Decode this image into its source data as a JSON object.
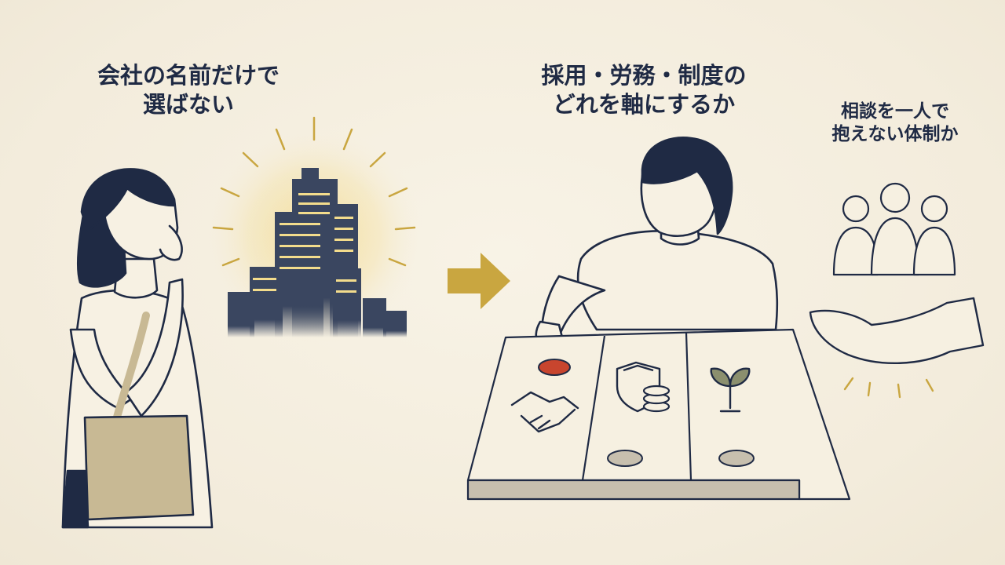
{
  "captions": {
    "left": {
      "line1": "会社の名前だけで",
      "line2": "選ばない"
    },
    "center": {
      "line1": "採用・労務・制度の",
      "line2": "どれを軸にするか"
    },
    "right": {
      "line1": "相談を一人で",
      "line2": "抱えない体制か"
    }
  },
  "colors": {
    "ink": "#1f2a44",
    "background": "#f5efe0",
    "accent_gold": "#c9a640",
    "building_navy": "#3a4660",
    "bag_tan": "#c8b994",
    "token_red": "#c8452e",
    "token_neutral": "#c7bfae"
  },
  "icons": {
    "handshake": "handshake-icon",
    "shield": "shield-icon",
    "coins": "coins-icon",
    "sprout": "sprout-icon",
    "arrow": "arrow-right-icon"
  }
}
